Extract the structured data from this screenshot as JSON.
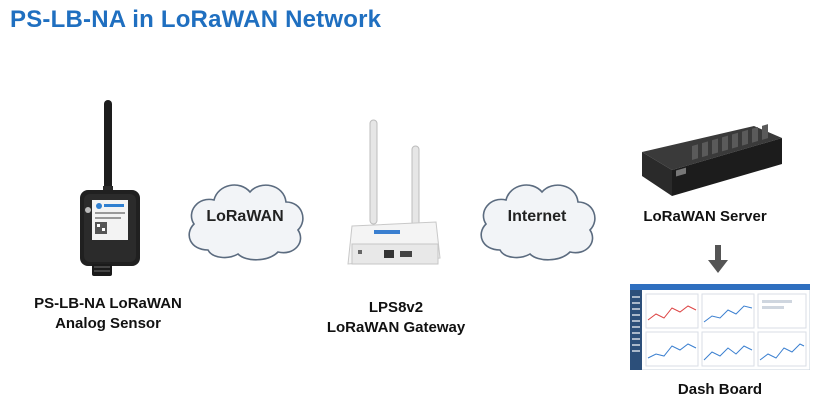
{
  "title": "PS-LB-NA in LoRaWAN Network",
  "nodes": {
    "sensor": {
      "line1": "PS-LB-NA LoRaWAN",
      "line2": "Analog Sensor"
    },
    "cloud1": {
      "label": "LoRaWAN"
    },
    "gateway": {
      "line1": "LPS8v2",
      "line2": "LoRaWAN Gateway"
    },
    "cloud2": {
      "label": "Internet"
    },
    "server": {
      "label": "LoRaWAN Server"
    },
    "dashboard": {
      "label": "Dash Board"
    }
  },
  "colors": {
    "title": "#1f6fc0",
    "cloud_fill": "#f2f4f7",
    "cloud_stroke": "#5b6b7f",
    "arrow": "#555555"
  }
}
